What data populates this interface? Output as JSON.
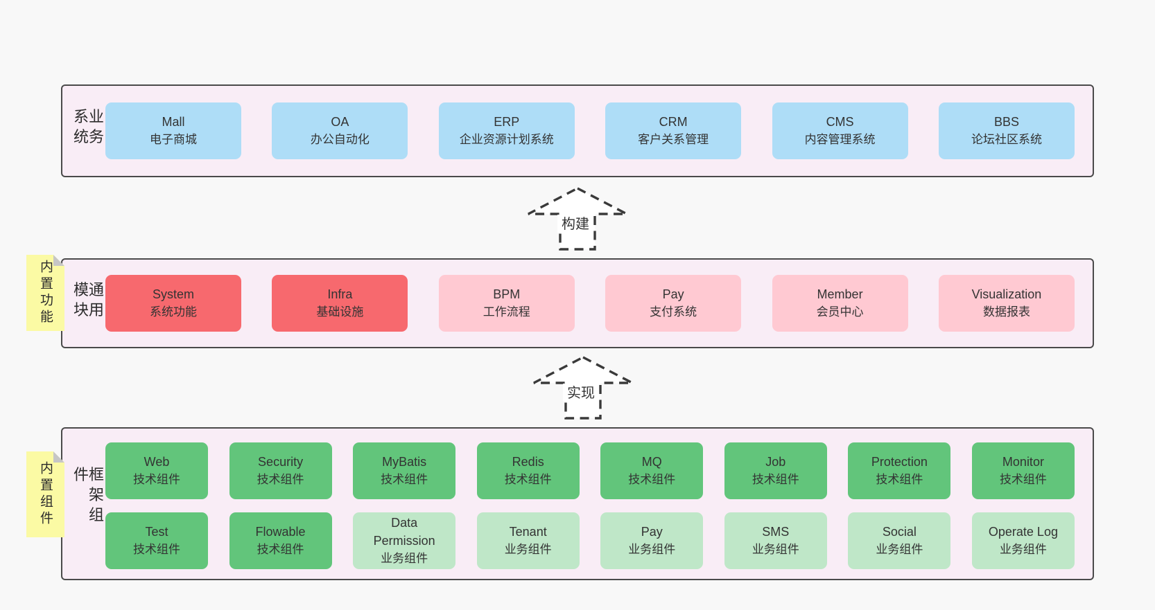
{
  "colors": {
    "page_background": "#f8f8f8",
    "layer_background": "#f9edf6",
    "layer_border": "#4a4a4a",
    "blue_box": "#aeddf7",
    "red_box": "#f7696e",
    "pink_box": "#ffc9d2",
    "green_dark_box": "#62c57b",
    "green_light_box": "#bfe7c8",
    "note_yellow": "#fbfaa4",
    "note_fold": "#c6c6c6",
    "text": "#333333"
  },
  "layers": [
    {
      "label": "业务系统",
      "boxes": [
        {
          "title": "Mall",
          "subtitle": "电子商城",
          "variant": "blue"
        },
        {
          "title": "OA",
          "subtitle": "办公自动化",
          "variant": "blue"
        },
        {
          "title": "ERP",
          "subtitle": "企业资源计划系统",
          "variant": "blue"
        },
        {
          "title": "CRM",
          "subtitle": "客户关系管理",
          "variant": "blue"
        },
        {
          "title": "CMS",
          "subtitle": "内容管理系统",
          "variant": "blue"
        },
        {
          "title": "BBS",
          "subtitle": "论坛社区系统",
          "variant": "blue"
        }
      ]
    },
    {
      "label": "通用模块",
      "note": "内置功能",
      "boxes": [
        {
          "title": "System",
          "subtitle": "系统功能",
          "variant": "red"
        },
        {
          "title": "Infra",
          "subtitle": "基础设施",
          "variant": "red"
        },
        {
          "title": "BPM",
          "subtitle": "工作流程",
          "variant": "pink"
        },
        {
          "title": "Pay",
          "subtitle": "支付系统",
          "variant": "pink"
        },
        {
          "title": "Member",
          "subtitle": "会员中心",
          "variant": "pink"
        },
        {
          "title": "Visualization",
          "subtitle": "数据报表",
          "variant": "pink"
        }
      ]
    },
    {
      "label": "框架组件",
      "note": "内置组件",
      "rows": [
        [
          {
            "title": "Web",
            "subtitle": "技术组件",
            "variant": "green-dark"
          },
          {
            "title": "Security",
            "subtitle": "技术组件",
            "variant": "green-dark"
          },
          {
            "title": "MyBatis",
            "subtitle": "技术组件",
            "variant": "green-dark"
          },
          {
            "title": "Redis",
            "subtitle": "技术组件",
            "variant": "green-dark"
          },
          {
            "title": "MQ",
            "subtitle": "技术组件",
            "variant": "green-dark"
          },
          {
            "title": "Job",
            "subtitle": "技术组件",
            "variant": "green-dark"
          },
          {
            "title": "Protection",
            "subtitle": "技术组件",
            "variant": "green-dark"
          },
          {
            "title": "Monitor",
            "subtitle": "技术组件",
            "variant": "green-dark"
          }
        ],
        [
          {
            "title": "Test",
            "subtitle": "技术组件",
            "variant": "green-dark"
          },
          {
            "title": "Flowable",
            "subtitle": "技术组件",
            "variant": "green-dark"
          },
          {
            "title": "Data Permission",
            "subtitle": "业务组件",
            "variant": "green-light"
          },
          {
            "title": "Tenant",
            "subtitle": "业务组件",
            "variant": "green-light"
          },
          {
            "title": "Pay",
            "subtitle": "业务组件",
            "variant": "green-light"
          },
          {
            "title": "SMS",
            "subtitle": "业务组件",
            "variant": "green-light"
          },
          {
            "title": "Social",
            "subtitle": "业务组件",
            "variant": "green-light"
          },
          {
            "title": "Operate Log",
            "subtitle": "业务组件",
            "variant": "green-light"
          }
        ]
      ]
    }
  ],
  "arrows": [
    {
      "label": "构建"
    },
    {
      "label": "实现"
    }
  ]
}
